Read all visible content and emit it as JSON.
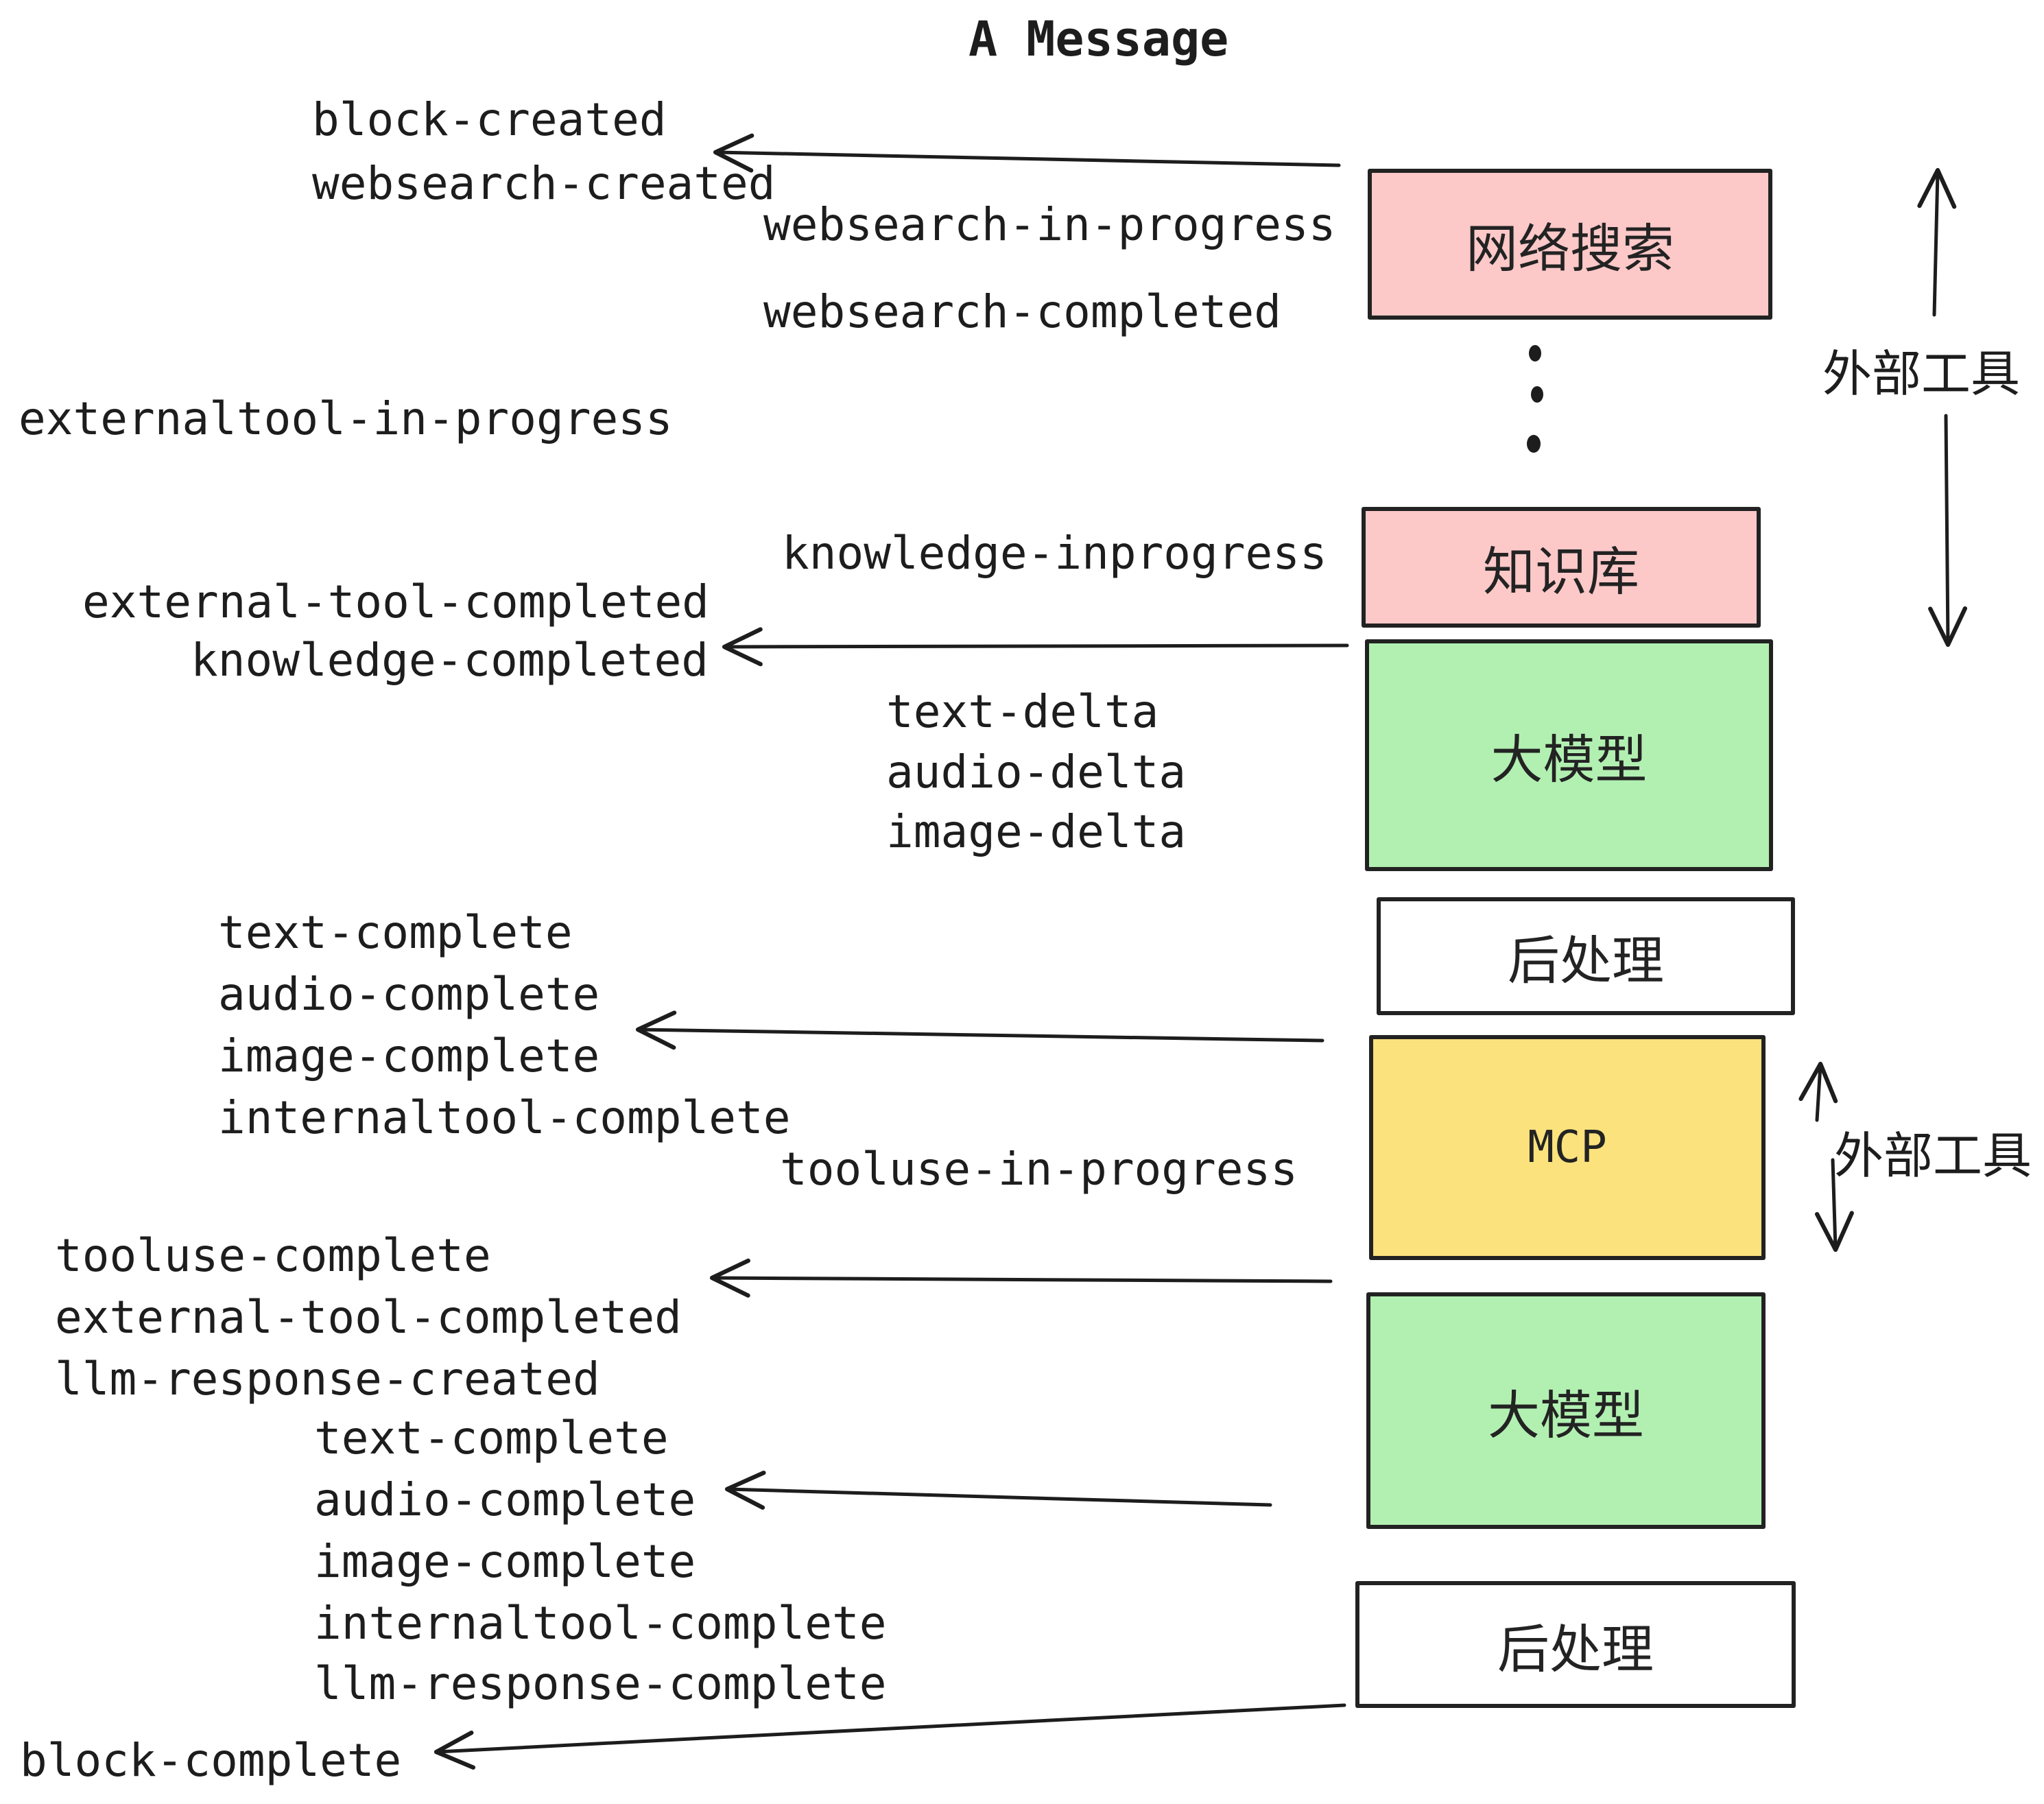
{
  "title": "A Message",
  "events": {
    "block_created": "block-created",
    "websearch_created": "websearch-created",
    "websearch_in_progress": "websearch-in-progress",
    "websearch_completed": "websearch-completed",
    "externaltool_in_progress": "externaltool-in-progress",
    "knowledge_inprogress": "knowledge-inprogress",
    "external_tool_completed_1": "external-tool-completed",
    "knowledge_completed": "knowledge-completed",
    "text_delta_1": "text-delta",
    "audio_delta_1": "audio-delta",
    "image_delta_1": "image-delta",
    "text_complete_1": "text-complete",
    "audio_complete_1": "audio-complete",
    "image_complete_1": "image-complete",
    "internaltool_complete_1": "internaltool-complete",
    "tooluse_in_progress": "tooluse-in-progress",
    "tooluse_complete": "tooluse-complete",
    "external_tool_completed_2": "external-tool-completed",
    "llm_response_created": "llm-response-created",
    "text_complete_2": "text-complete",
    "audio_complete_2": "audio-complete",
    "image_complete_2": "image-complete",
    "internaltool_complete_2": "internaltool-complete",
    "llm_response_complete": "llm-response-complete",
    "block_complete": "block-complete"
  },
  "boxes": {
    "websearch": {
      "label": "网络搜索",
      "fill": "#fcc8c8"
    },
    "knowledge": {
      "label": "知识库",
      "fill": "#fcc8c8"
    },
    "llm_top": {
      "label": "大模型",
      "fill": "#b2f0b2"
    },
    "post_top": {
      "label": "后处理",
      "fill": "#ffffff"
    },
    "mcp": {
      "label": "MCP",
      "fill": "#fbe27d"
    },
    "llm_bottom": {
      "label": "大模型",
      "fill": "#b2f0b2"
    },
    "post_bottom": {
      "label": "后处理",
      "fill": "#ffffff"
    }
  },
  "side_labels": {
    "external_tools_top": "外部工具",
    "external_tools_bottom": "外部工具"
  },
  "colors": {
    "ink": "#1d1d1d",
    "pink": "#fcc8c8",
    "green": "#b2f0b2",
    "yellow": "#fbe27d",
    "white": "#ffffff"
  }
}
